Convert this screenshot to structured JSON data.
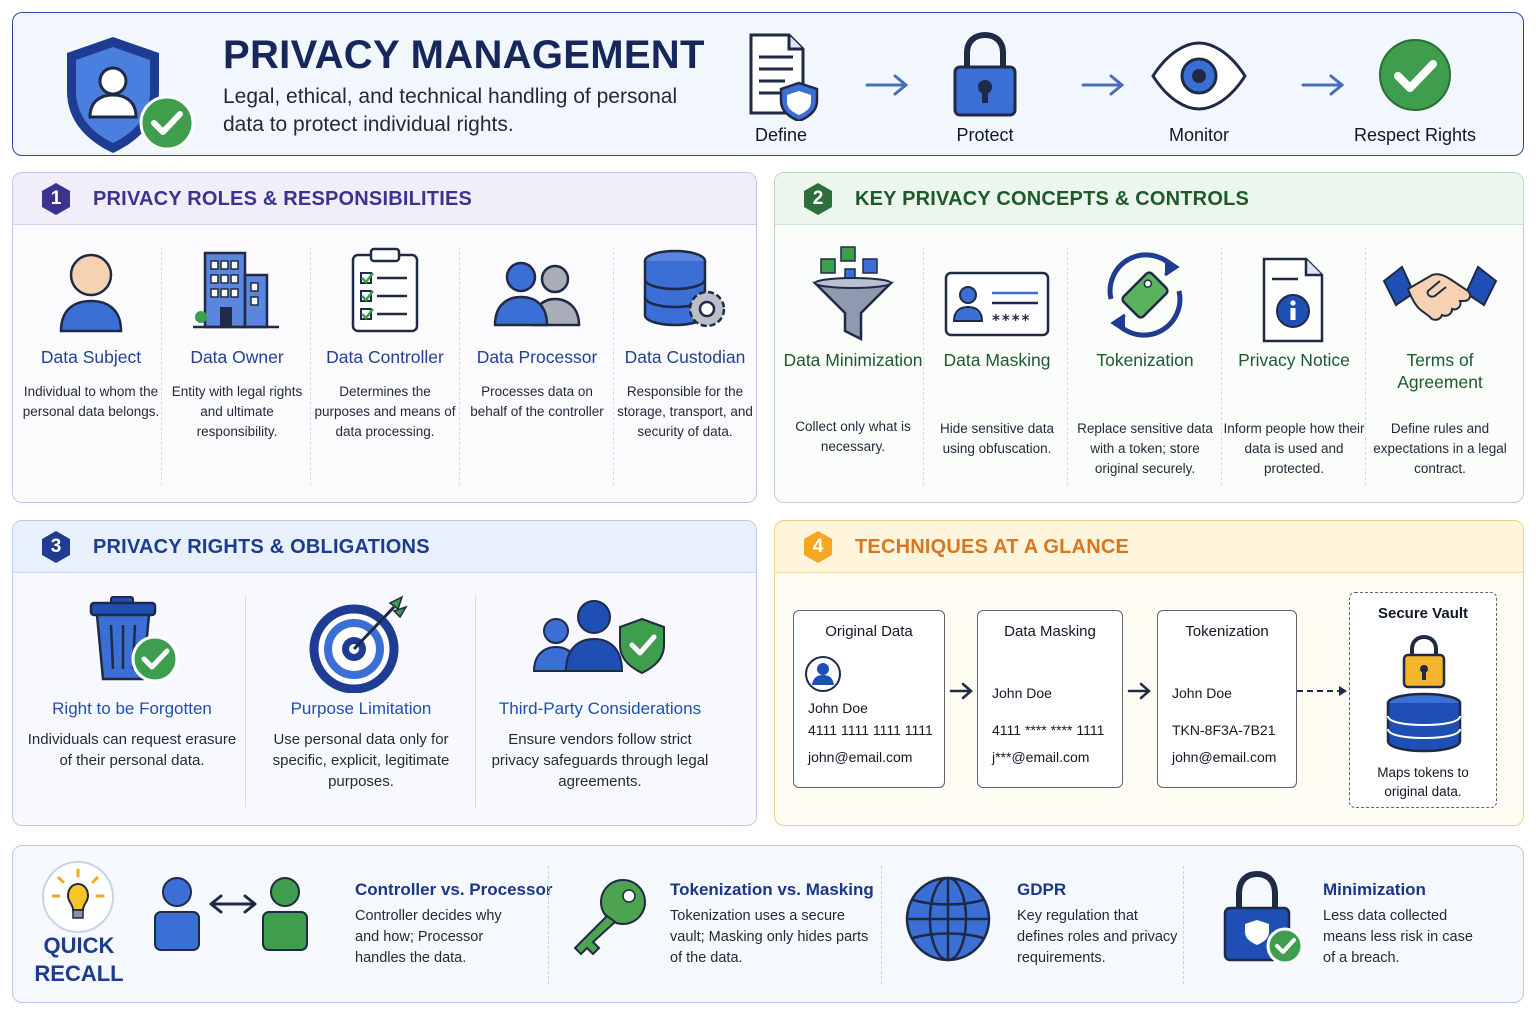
{
  "header": {
    "title": "PRIVACY MANAGEMENT",
    "subtitle": "Legal, ethical, and technical handling of personal data to protect individual rights.",
    "flow": [
      {
        "label": "Define",
        "icon": "document-shield-icon"
      },
      {
        "label": "Protect",
        "icon": "padlock-icon"
      },
      {
        "label": "Monitor",
        "icon": "eye-icon"
      },
      {
        "label": "Respect Rights",
        "icon": "check-circle-icon"
      }
    ]
  },
  "sections": {
    "roles": {
      "number": "1",
      "title": "PRIVACY ROLES & RESPONSIBILITIES",
      "items": [
        {
          "title": "Data Subject",
          "desc": "Individual to whom the personal data belongs.",
          "icon": "person-icon"
        },
        {
          "title": "Data Owner",
          "desc": "Entity with legal rights and ultimate responsibility.",
          "icon": "building-icon"
        },
        {
          "title": "Data Controller",
          "desc": "Determines the purposes and means of data processing.",
          "icon": "clipboard-checklist-icon"
        },
        {
          "title": "Data Processor",
          "desc": "Processes data on behalf of the controller",
          "icon": "people-icon"
        },
        {
          "title": "Data Custodian",
          "desc": "Responsible for the storage, transport, and security of data.",
          "icon": "database-gear-icon"
        }
      ]
    },
    "concepts": {
      "number": "2",
      "title": "KEY PRIVACY CONCEPTS & CONTROLS",
      "items": [
        {
          "title": "Data Minimization",
          "desc": "Collect only what is necessary.",
          "icon": "funnel-icon"
        },
        {
          "title": "Data Masking",
          "desc": "Hide sensitive data using obfuscation.",
          "icon": "id-card-masked-icon",
          "mask": "****"
        },
        {
          "title": "Tokenization",
          "desc": "Replace sensitive data with a token; store original securely.",
          "icon": "token-cycle-icon"
        },
        {
          "title": "Privacy Notice",
          "desc": "Inform people how their data is used and protected.",
          "icon": "info-document-icon"
        },
        {
          "title": "Terms of Agreement",
          "desc": "Define rules and expectations in a legal contract.",
          "icon": "handshake-icon"
        }
      ]
    },
    "rights": {
      "number": "3",
      "title": "PRIVACY RIGHTS & OBLIGATIONS",
      "items": [
        {
          "title": "Right to be Forgotten",
          "desc": "Individuals can request erasure of their personal data.",
          "icon": "trash-check-icon"
        },
        {
          "title": "Purpose Limitation",
          "desc": "Use personal data only for specific, explicit, legitimate purposes.",
          "icon": "target-icon"
        },
        {
          "title": "Third-Party Considerations",
          "desc": "Ensure vendors follow strict privacy safeguards through legal agreements.",
          "icon": "group-shield-icon"
        }
      ]
    },
    "techniques": {
      "number": "4",
      "title": "TECHNIQUES AT A GLANCE",
      "cards": [
        {
          "title": "Original Data",
          "lines": [
            "John Doe",
            "4111 1111 1111 1111",
            "john@email.com"
          ]
        },
        {
          "title": "Data Masking",
          "lines": [
            "John Doe",
            "4111 **** **** 1111",
            "j***@email.com"
          ]
        },
        {
          "title": "Tokenization",
          "lines": [
            "John Doe",
            "TKN-8F3A-7B21",
            "john@email.com"
          ]
        }
      ],
      "vault": {
        "title": "Secure Vault",
        "desc": "Maps tokens to original data."
      }
    }
  },
  "recall": {
    "label": "QUICK RECALL",
    "items": [
      {
        "title": "Controller vs. Processor",
        "desc": "Controller decides why and how; Processor handles the data.",
        "icon": "two-people-arrow-icon"
      },
      {
        "title": "Tokenization vs. Masking",
        "desc": "Tokenization uses a secure vault; Masking only hides parts of the data.",
        "icon": "key-icon"
      },
      {
        "title": "GDPR",
        "desc": "Key regulation that defines roles and privacy requirements.",
        "icon": "globe-icon"
      },
      {
        "title": "Minimization",
        "desc": "Less data collected means less risk in case of a breach.",
        "icon": "lock-check-icon"
      }
    ]
  },
  "colors": {
    "navy": "#16275c",
    "blue": "#3b6fd6",
    "green": "#3a9a48",
    "purple": "#3a3490",
    "orange": "#f5a623"
  }
}
